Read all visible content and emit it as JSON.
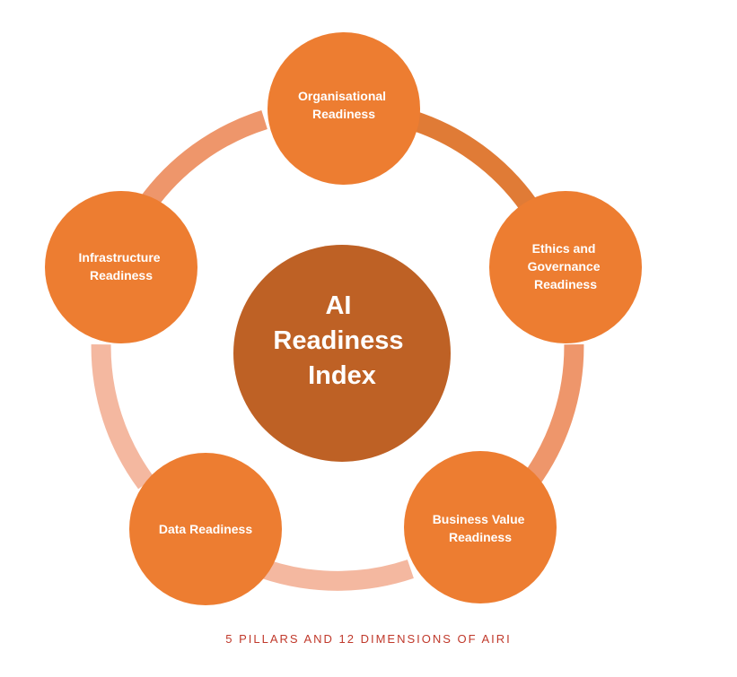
{
  "diagram": {
    "center": {
      "lines": [
        "AI",
        "Readiness",
        "Index"
      ]
    },
    "pillars": [
      {
        "lines": [
          "Organisational",
          "Readiness"
        ]
      },
      {
        "lines": [
          "Ethics and",
          "Governance",
          "Readiness"
        ]
      },
      {
        "lines": [
          "Business Value",
          "Readiness"
        ]
      },
      {
        "lines": [
          "Data Readiness"
        ]
      },
      {
        "lines": [
          "Infrastructure",
          "Readiness"
        ]
      }
    ],
    "colors": {
      "pillar_fill": "#ED7D31",
      "center_fill": "#BE6125",
      "connector_dark": "#E07B36",
      "connector_mid": "#EE966B",
      "connector_light": "#F4B8A0",
      "caption": "#C0392B"
    }
  },
  "caption": "5 PILLARS AND 12 DIMENSIONS OF AIRI"
}
